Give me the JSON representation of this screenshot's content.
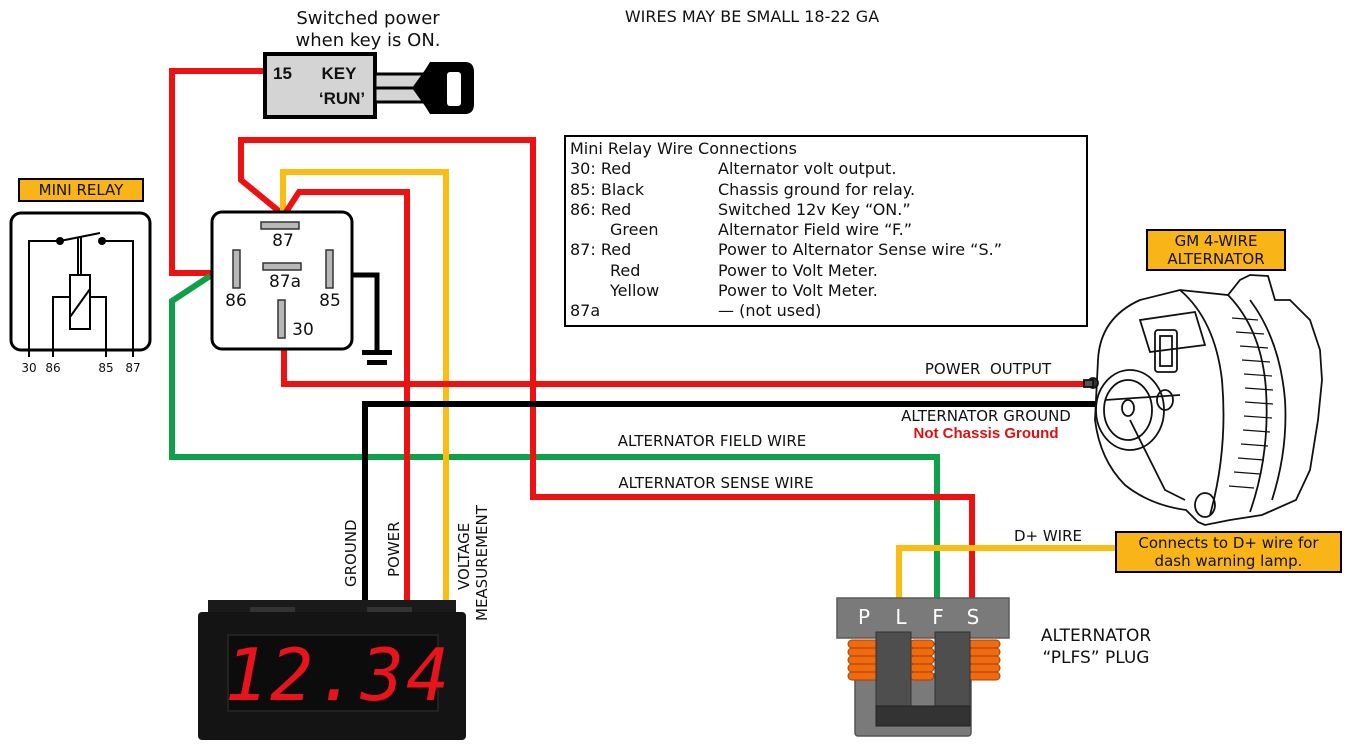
{
  "header": {
    "note": "WIRES MAY BE SMALL 18-22 GA"
  },
  "key_switch": {
    "caption_line1": "Switched power",
    "caption_line2": "when key is ON.",
    "terminal": "15",
    "label_line1": "KEY",
    "label_line2": "‘RUN’"
  },
  "mini_relay_schematic": {
    "tag": "MINI RELAY",
    "pins": [
      "30",
      "86",
      "85",
      "87"
    ]
  },
  "relay": {
    "pins": {
      "p87": "87",
      "p87a": "87a",
      "p86": "86",
      "p85": "85",
      "p30": "30"
    }
  },
  "legend": {
    "title": "Mini Relay Wire Connections",
    "rows": [
      {
        "pin": "30: Red",
        "desc": "Alternator volt output.",
        "indent": false
      },
      {
        "pin": "85: Black",
        "desc": "Chassis ground for relay.",
        "indent": false
      },
      {
        "pin": "86: Red",
        "desc": "Switched 12v Key “ON.”",
        "indent": false
      },
      {
        "pin": "Green",
        "desc": "Alternator Field wire “F.”",
        "indent": true
      },
      {
        "pin": "87: Red",
        "desc": "Power to Alternator Sense wire “S.”",
        "indent": false
      },
      {
        "pin": "Red",
        "desc": "Power to Volt Meter.",
        "indent": true
      },
      {
        "pin": "Yellow",
        "desc": "Power to Volt Meter.",
        "indent": true
      },
      {
        "pin": "87a",
        "desc": "— (not used)",
        "indent": false
      }
    ]
  },
  "alternator": {
    "tag_line1": "GM 4-WIRE",
    "tag_line2": "ALTERNATOR"
  },
  "wire_labels": {
    "power_output": "POWER  OUTPUT",
    "alternator_ground": "ALTERNATOR GROUND",
    "not_chassis_ground": "Not Chassis Ground",
    "field_wire": "ALTERNATOR FIELD WIRE",
    "sense_wire": "ALTERNATOR SENSE WIRE",
    "d_plus_wire": "D+ WIRE",
    "meter_ground": "GROUND",
    "meter_power": "POWER",
    "meter_voltage_line1": "VOLTAGE",
    "meter_voltage_line2": "MEASUREMENT"
  },
  "d_plus_note": {
    "line1": "Connects to D+ wire for",
    "line2": "dash warning lamp."
  },
  "plug": {
    "pins": [
      "P",
      "L",
      "F",
      "S"
    ],
    "label_line1": "ALTERNATOR",
    "label_line2": "“PLFS” PLUG"
  },
  "voltmeter": {
    "reading": "12.34"
  },
  "colors": {
    "red_wire": "#ee1111",
    "black_wire": "#000000",
    "yellow_wire": "#fbbd12",
    "green_wire": "#11a04a",
    "tag_fill": "#f9b418",
    "led_red": "#e8131b",
    "not_chassis_text": "#dd1111"
  }
}
